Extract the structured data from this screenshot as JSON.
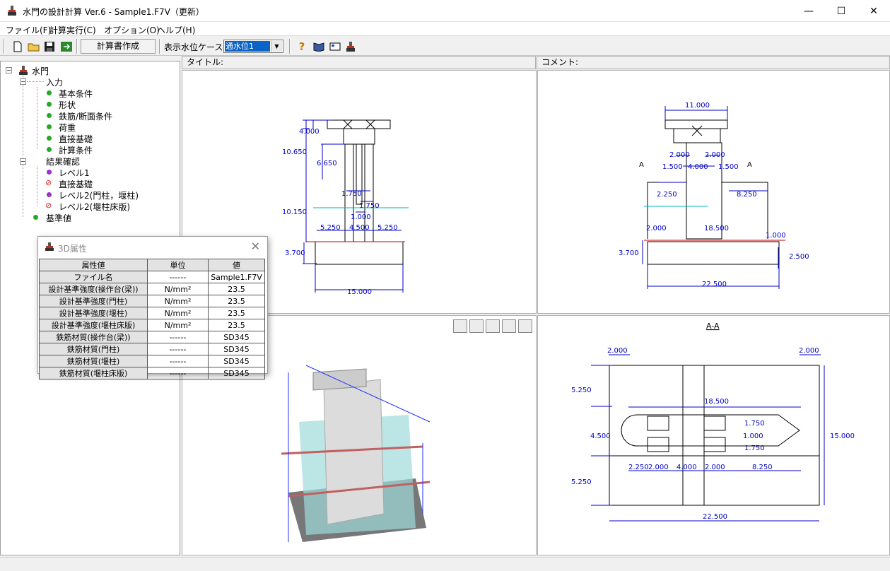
{
  "window": {
    "title": "水門の設計計算 Ver.6 - Sample1.F7V（更新）"
  },
  "menu": [
    "ファイル(F)",
    "計算実行(C)",
    "オプション(O)",
    "ヘルプ(H)"
  ],
  "toolbar": {
    "report_button": "計算書作成",
    "water_label": "表示水位ケース",
    "water_value": "通水位1"
  },
  "tree": {
    "root": "水門",
    "input": "入力",
    "input_items": [
      "基本条件",
      "形状",
      "鉄筋/断面条件",
      "荷重",
      "直接基礎",
      "計算条件"
    ],
    "results": "結果確認",
    "result_items": [
      "レベル1",
      "直接基礎",
      "レベル2(門柱，堰柱)",
      "レベル2(堰柱床版)"
    ],
    "standard": "基準値"
  },
  "panes": {
    "title_label": "タイトル:",
    "comment_label": "コメント:",
    "section_label": "A-A"
  },
  "dialog": {
    "title": "3D属性",
    "headers": [
      "属性値",
      "単位",
      "値"
    ],
    "rows": [
      [
        "ファイル名",
        "------",
        "Sample1.F7V"
      ],
      [
        "設計基準強度(操作台(梁))",
        "N/mm²",
        "23.5"
      ],
      [
        "設計基準強度(門柱)",
        "N/mm²",
        "23.5"
      ],
      [
        "設計基準強度(堰柱)",
        "N/mm²",
        "23.5"
      ],
      [
        "設計基準強度(堰柱床版)",
        "N/mm²",
        "23.5"
      ],
      [
        "鉄筋材質(操作台(梁))",
        "------",
        "SD345"
      ],
      [
        "鉄筋材質(門柱)",
        "------",
        "SD345"
      ],
      [
        "鉄筋材質(堰柱)",
        "------",
        "SD345"
      ],
      [
        "鉄筋材質(堰柱床版)",
        "------",
        "SD345"
      ]
    ]
  },
  "front_dims": {
    "d1": "4.000",
    "d2": "10.650",
    "d3": "6.650",
    "d4": "1.750",
    "d5": "1.750",
    "d6": "1.000",
    "d7": "5.250",
    "d8": "4.500",
    "d9": "5.250",
    "d10": "10.150",
    "d11": "3.700",
    "d12": "15.000"
  },
  "side_dims": {
    "d1": "11.000",
    "d2": "2.000",
    "d3": "2.000",
    "d4": "1.500",
    "d5": "4.000",
    "d6": "1.500",
    "d7": "A",
    "d8": "A",
    "d9": "2.250",
    "d10": "8.250",
    "d11": "2.000",
    "d12": "18.500",
    "d13": "1.000",
    "d14": "3.700",
    "d15": "2.500",
    "d16": "22.500"
  },
  "plan_dims": {
    "d1": "2.000",
    "d2": "2.000",
    "d3": "5.250",
    "d4": "18.500",
    "d5": "1.750",
    "d6": "4.500",
    "d7": "1.000",
    "d8": "15.000",
    "d9": "1.750",
    "d10": "2.250",
    "d11": "2.000",
    "d12": "4.000",
    "d13": "2.000",
    "d14": "8.250",
    "d15": "5.250",
    "d16": "22.500"
  },
  "colors": {
    "dim": "#0000c8",
    "water": "#00b4b4",
    "ground": "#c00000",
    "selection": "#0a63c6"
  }
}
